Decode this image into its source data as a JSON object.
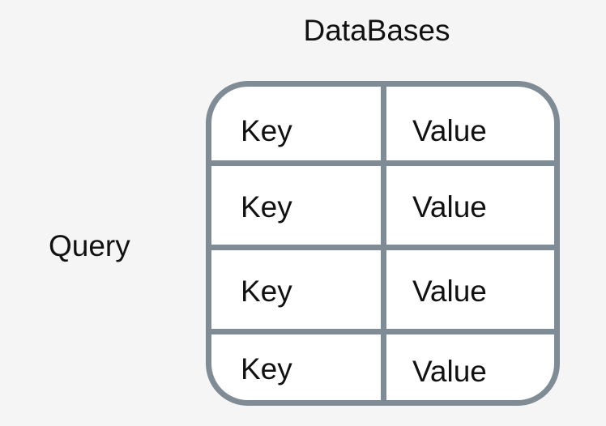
{
  "diagram": {
    "title": "DataBases",
    "query_label": "Query",
    "rows": [
      {
        "key": "Key",
        "value": "Value"
      },
      {
        "key": "Key",
        "value": "Value"
      },
      {
        "key": "Key",
        "value": "Value"
      },
      {
        "key": "Key",
        "value": "Value"
      }
    ]
  },
  "colors": {
    "border": "#7f8c95",
    "background": "#f5f5f5",
    "cell_fill": "#ffffff",
    "text": "#111111"
  }
}
